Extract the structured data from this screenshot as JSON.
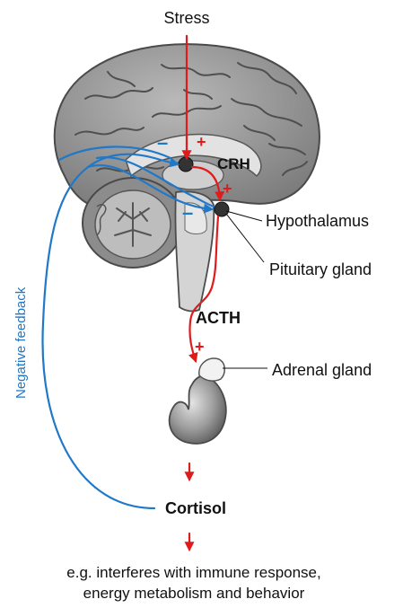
{
  "labels": {
    "stress": "Stress",
    "crh": "CRH",
    "hypothalamus": "Hypothalamus",
    "pituitary": "Pituitary gland",
    "acth": "ACTH",
    "adrenal": "Adrenal gland",
    "cortisol": "Cortisol",
    "feedback": "Negative feedback",
    "caption_line1": "e.g. interferes with immune response,",
    "caption_line2": "energy metabolism and behavior"
  },
  "signs": {
    "plus": "+",
    "minus": "–"
  },
  "colors": {
    "stimulation": "#e01b1b",
    "feedback": "#1f78c8",
    "brain_fill": "#9a9a9a",
    "brain_dark": "#5c5c5c",
    "brain_light": "#d8d8d8"
  }
}
